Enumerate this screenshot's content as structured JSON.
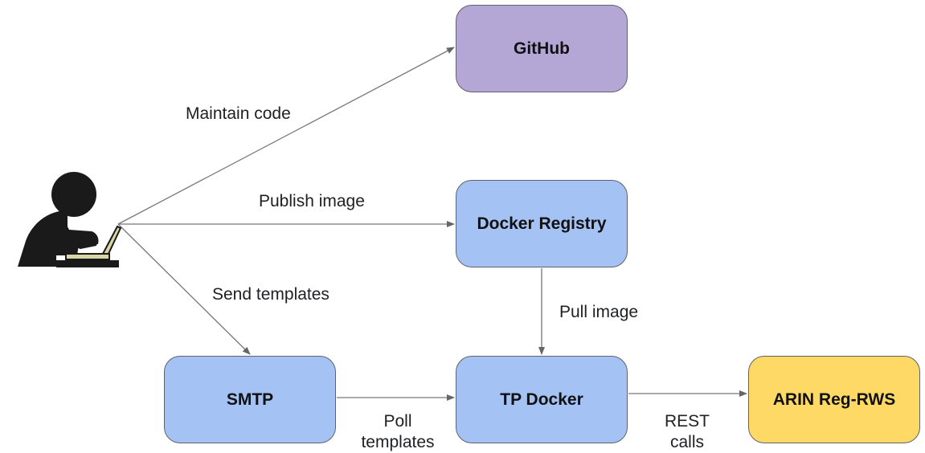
{
  "nodes": {
    "github": "GitHub",
    "docker_registry": "Docker Registry",
    "smtp": "SMTP",
    "tp_docker": "TP Docker",
    "arin": "ARIN Reg-RWS"
  },
  "edges": {
    "maintain_code": "Maintain code",
    "publish_image": "Publish image",
    "send_templates": "Send templates",
    "pull_image": "Pull image",
    "poll_templates_line1": "Poll",
    "poll_templates_line2": "templates",
    "rest_calls_line1": "REST",
    "rest_calls_line2": "calls"
  },
  "icons": {
    "actor": "person-at-laptop-icon"
  },
  "colors": {
    "github_fill": "#b4a7d6",
    "blue_fill": "#a4c2f4",
    "arin_fill": "#ffd966",
    "stroke": "#5f6368",
    "person": "#1a1a1a",
    "laptop": "#d9d5a7"
  }
}
